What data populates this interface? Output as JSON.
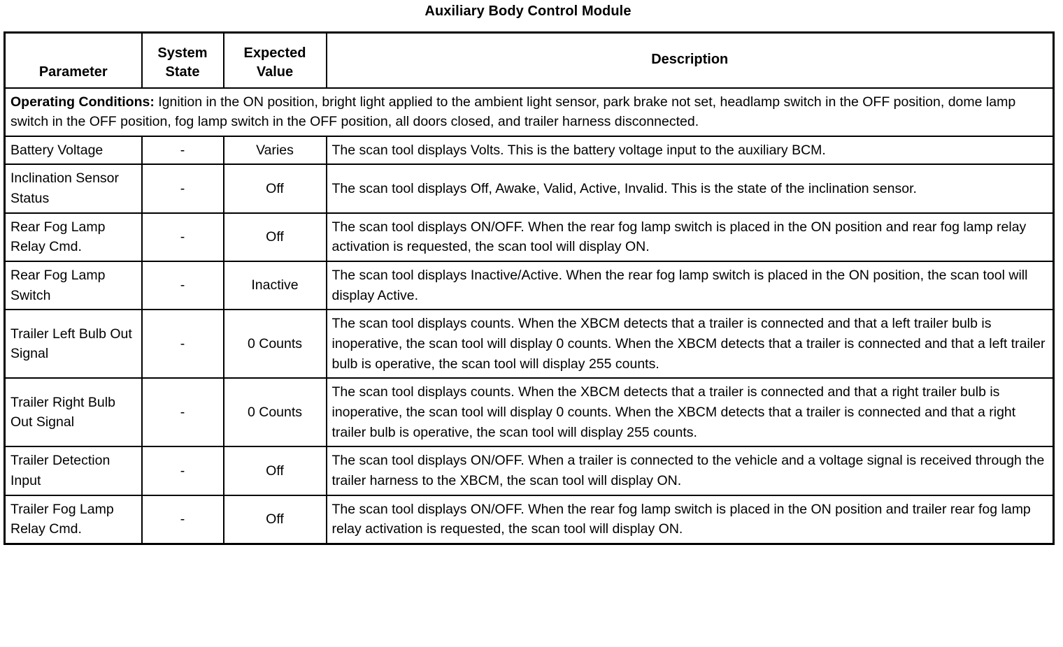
{
  "document": {
    "title": "Auxiliary Body Control Module"
  },
  "table": {
    "headers": {
      "parameter": "Parameter",
      "system_state_line1": "System",
      "system_state_line2": "State",
      "expected_value_line1": "Expected",
      "expected_value_line2": "Value",
      "description": "Description"
    },
    "operating_conditions": {
      "label": "Operating Conditions:",
      "text": " Ignition in the ON position, bright light applied to the ambient light sensor, park brake not set, headlamp switch in the OFF position, dome lamp switch in the OFF position, fog lamp switch in the OFF position, all doors closed, and trailer harness disconnected."
    },
    "rows": [
      {
        "parameter": "Battery Voltage",
        "system_state": "-",
        "expected_value": "Varies",
        "description": "The scan tool displays Volts. This is the battery voltage input to the auxiliary BCM."
      },
      {
        "parameter": "Inclination Sensor Status",
        "system_state": "-",
        "expected_value": "Off",
        "description": "The scan tool displays Off, Awake, Valid, Active, Invalid. This is the state of the inclination sensor."
      },
      {
        "parameter": "Rear Fog Lamp Relay Cmd.",
        "system_state": "-",
        "expected_value": "Off",
        "description": "The scan tool displays ON/OFF. When the rear fog lamp switch is placed in the ON position and rear fog lamp relay activation is requested, the scan tool will display ON."
      },
      {
        "parameter": "Rear Fog Lamp Switch",
        "system_state": "-",
        "expected_value": "Inactive",
        "description": "The scan tool displays Inactive/Active. When the rear fog lamp switch is placed in the ON position, the scan tool will display Active."
      },
      {
        "parameter": "Trailer Left Bulb Out Signal",
        "system_state": "-",
        "expected_value": "0 Counts",
        "description": "The scan tool displays counts. When the XBCM detects that a trailer is connected and that a left trailer bulb is inoperative, the scan tool will display 0 counts. When the XBCM detects that a trailer is connected and that a left trailer bulb is operative, the scan tool will display 255 counts."
      },
      {
        "parameter": "Trailer Right Bulb Out Signal",
        "system_state": "-",
        "expected_value": "0 Counts",
        "description": "The scan tool displays counts. When the XBCM detects that a trailer is connected and that a right trailer bulb is inoperative, the scan tool will display 0 counts. When the XBCM detects that a trailer is connected and that a right trailer bulb is operative, the scan tool will display 255 counts."
      },
      {
        "parameter": "Trailer Detection Input",
        "system_state": "-",
        "expected_value": "Off",
        "description": "The scan tool displays ON/OFF. When a trailer is connected to the vehicle and a voltage signal is received through the trailer harness to the XBCM, the scan tool will display ON."
      },
      {
        "parameter": "Trailer Fog Lamp Relay Cmd.",
        "system_state": "-",
        "expected_value": "Off",
        "description": "The scan tool displays ON/OFF. When the rear fog lamp switch is placed in the ON position and trailer rear fog lamp relay activation is requested, the scan tool will display ON."
      }
    ]
  },
  "colors": {
    "text": "#000000",
    "background": "#ffffff",
    "border": "#000000"
  }
}
